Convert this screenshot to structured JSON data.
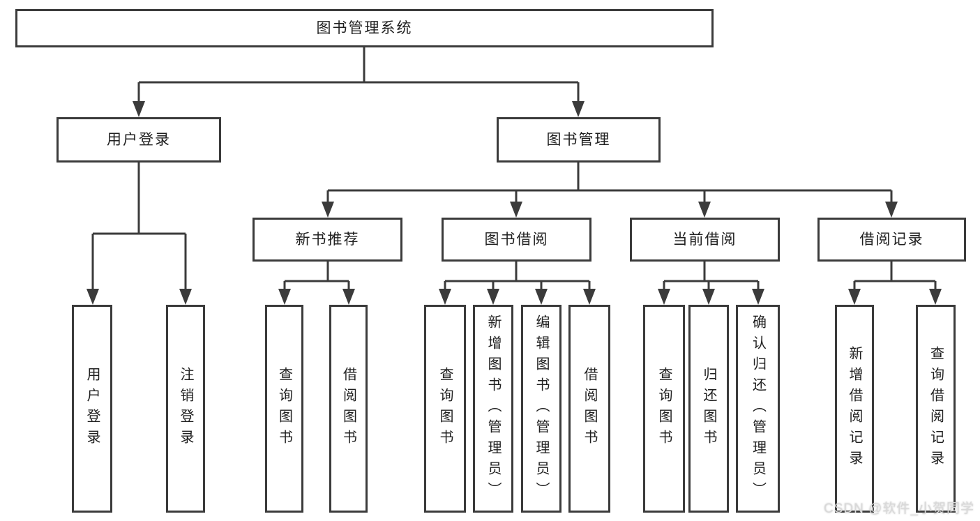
{
  "tree": {
    "root": "图书管理系统",
    "children": [
      {
        "label": "用户登录",
        "children": [
          {
            "label": "用户登录"
          },
          {
            "label": "注销登录"
          }
        ]
      },
      {
        "label": "图书管理",
        "children": [
          {
            "label": "新书推荐",
            "children": [
              {
                "label": "查询图书"
              },
              {
                "label": "借阅图书"
              }
            ]
          },
          {
            "label": "图书借阅",
            "children": [
              {
                "label": "查询图书"
              },
              {
                "label": "新增图书（管理员）"
              },
              {
                "label": "编辑图书（管理员）"
              },
              {
                "label": "借阅图书"
              }
            ]
          },
          {
            "label": "当前借阅",
            "children": [
              {
                "label": "查询图书"
              },
              {
                "label": "归还图书"
              },
              {
                "label": "确认归还（管理员）"
              }
            ]
          },
          {
            "label": "借阅记录",
            "children": [
              {
                "label": "新增借阅记录"
              },
              {
                "label": "查询借阅记录"
              }
            ]
          }
        ]
      }
    ]
  },
  "watermark": {
    "text": "CSDN @软件_小贺同学"
  },
  "colors": {
    "line": "#3b3b3b",
    "text": "#202020",
    "background": "#ffffff",
    "watermark": "#d9d9d9"
  }
}
